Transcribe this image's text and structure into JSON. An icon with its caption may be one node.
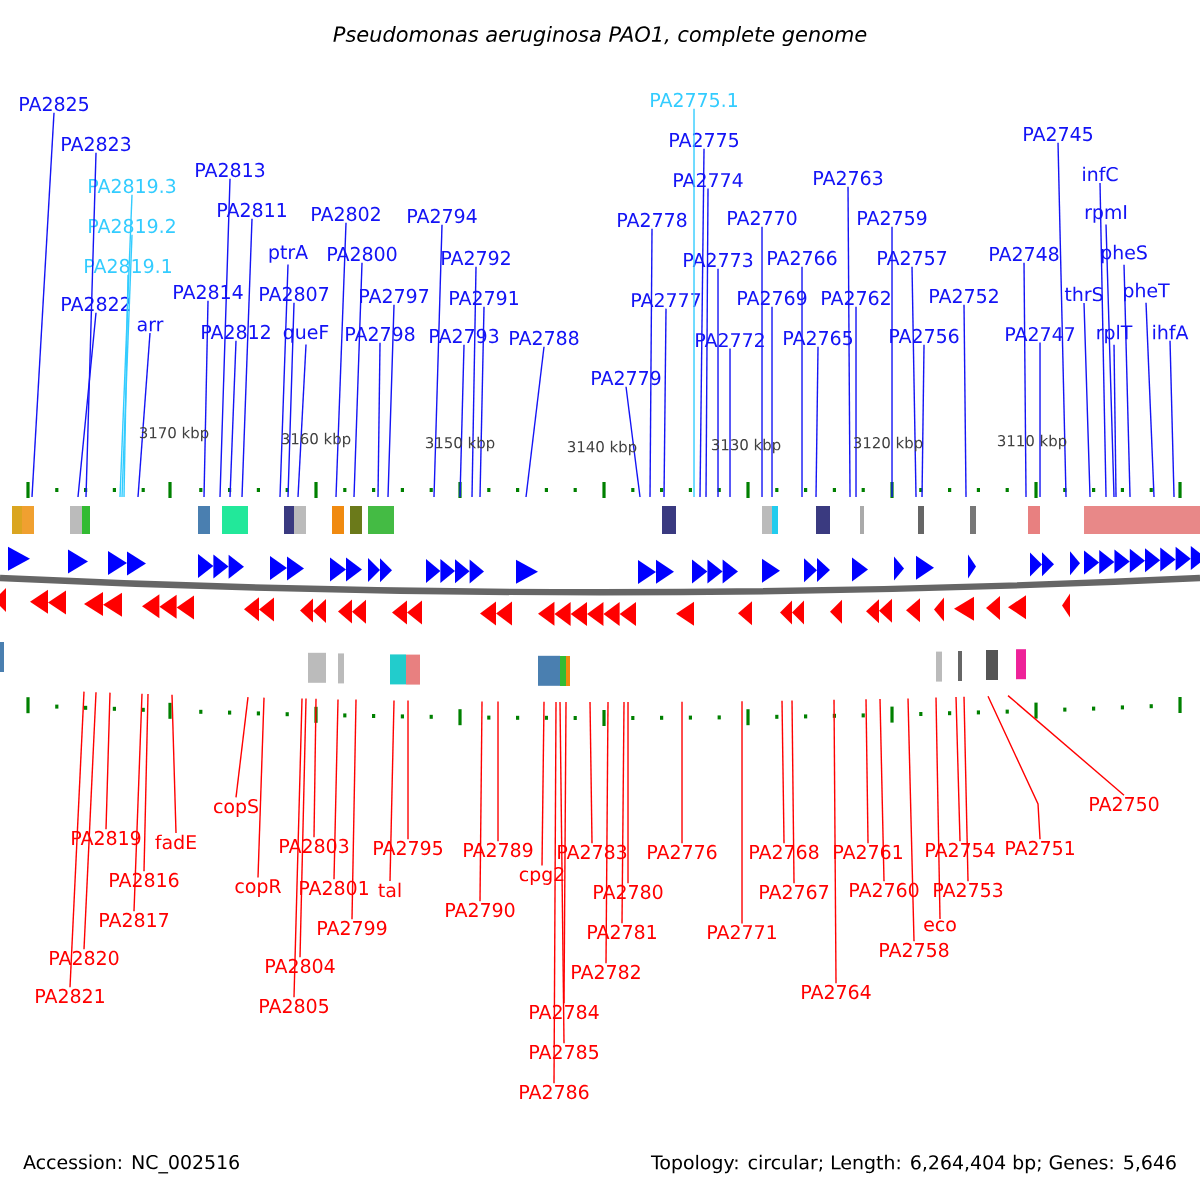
{
  "diagram": {
    "title": "Pseudomonas aeruginosa PAO1, complete genome",
    "nodes": [
      {
        "text": [
          "PA2825"
        ]
      },
      {
        "text": [
          "PA2823"
        ]
      },
      {
        "text": [
          "PA2819.3"
        ]
      },
      {
        "text": [
          "PA2819.2"
        ]
      },
      {
        "text": [
          "PA2819.1"
        ]
      },
      {
        "text": [
          "PA2822"
        ]
      },
      {
        "text": [
          "arr"
        ]
      },
      {
        "text": [
          "PA2813"
        ]
      },
      {
        "text": [
          "PA2811"
        ]
      },
      {
        "text": [
          "PA2814"
        ]
      },
      {
        "text": [
          "PA2812"
        ]
      },
      {
        "text": [
          "ptrA"
        ]
      },
      {
        "text": [
          "PA2807"
        ]
      },
      {
        "text": [
          "queF"
        ]
      },
      {
        "text": [
          "PA2802"
        ]
      },
      {
        "text": [
          "PA2800"
        ]
      },
      {
        "text": [
          "PA2797"
        ]
      },
      {
        "text": [
          "PA2798"
        ]
      },
      {
        "text": [
          "PA2794"
        ]
      },
      {
        "text": [
          "PA2792"
        ]
      },
      {
        "text": [
          "PA2791"
        ]
      },
      {
        "text": [
          "PA2793"
        ]
      },
      {
        "text": [
          "PA2788"
        ]
      },
      {
        "text": [
          "PA2775.1"
        ]
      },
      {
        "text": [
          "PA2775"
        ]
      },
      {
        "text": [
          "PA2774"
        ]
      },
      {
        "text": [
          "PA2778"
        ]
      },
      {
        "text": [
          "PA2773"
        ]
      },
      {
        "text": [
          "PA2777"
        ]
      },
      {
        "text": [
          "PA2772"
        ]
      },
      {
        "text": [
          "PA2779"
        ]
      },
      {
        "text": [
          "PA2770"
        ]
      },
      {
        "text": [
          "PA2769"
        ]
      },
      {
        "text": [
          "PA2766"
        ]
      },
      {
        "text": [
          "PA2765"
        ]
      },
      {
        "text": [
          "PA2763"
        ]
      },
      {
        "text": [
          "PA2762"
        ]
      },
      {
        "text": [
          "PA2759"
        ]
      },
      {
        "text": [
          "PA2757"
        ]
      },
      {
        "text": [
          "PA2756"
        ]
      },
      {
        "text": [
          "PA2752"
        ]
      },
      {
        "text": [
          "PA2745"
        ]
      },
      {
        "text": [
          "PA2748"
        ]
      },
      {
        "text": [
          "PA2747"
        ]
      },
      {
        "text": [
          "infC"
        ]
      },
      {
        "text": [
          "rpmI"
        ]
      },
      {
        "text": [
          "thrS"
        ]
      },
      {
        "text": [
          "pheS"
        ]
      },
      {
        "text": [
          "rplT"
        ]
      },
      {
        "text": [
          "pheT"
        ]
      },
      {
        "text": [
          "ihfA"
        ]
      },
      {
        "text": [
          "PA2819"
        ]
      },
      {
        "text": [
          "fadE"
        ]
      },
      {
        "text": [
          "PA2816"
        ]
      },
      {
        "text": [
          "PA2817"
        ]
      },
      {
        "text": [
          "PA2820"
        ]
      },
      {
        "text": [
          "PA2821"
        ]
      },
      {
        "text": [
          "copS"
        ]
      },
      {
        "text": [
          "copR"
        ]
      },
      {
        "text": [
          "PA2803"
        ]
      },
      {
        "text": [
          "PA2801"
        ]
      },
      {
        "text": [
          "PA2799"
        ]
      },
      {
        "text": [
          "PA2804"
        ]
      },
      {
        "text": [
          "PA2805"
        ]
      },
      {
        "text": [
          "PA2795"
        ]
      },
      {
        "text": [
          "tal"
        ]
      },
      {
        "text": [
          "PA2789"
        ]
      },
      {
        "text": [
          "PA2790"
        ]
      },
      {
        "text": [
          "cpg2"
        ]
      },
      {
        "text": [
          "PA2783"
        ]
      },
      {
        "text": [
          "PA2784"
        ]
      },
      {
        "text": [
          "PA2785"
        ]
      },
      {
        "text": [
          "PA2786"
        ]
      },
      {
        "text": [
          "PA2780"
        ]
      },
      {
        "text": [
          "PA2781"
        ]
      },
      {
        "text": [
          "PA2782"
        ]
      },
      {
        "text": [
          "PA2776"
        ]
      },
      {
        "text": [
          "PA2771"
        ]
      },
      {
        "text": [
          "PA2768"
        ]
      },
      {
        "text": [
          "PA2767"
        ]
      },
      {
        "text": [
          "PA2764"
        ]
      },
      {
        "text": [
          "PA2761"
        ]
      },
      {
        "text": [
          "PA2760"
        ]
      },
      {
        "text": [
          "PA2758"
        ]
      },
      {
        "text": [
          "eco"
        ]
      },
      {
        "text": [
          "PA2754"
        ]
      },
      {
        "text": [
          "PA2753"
        ]
      },
      {
        "text": [
          "PA2751"
        ]
      },
      {
        "text": [
          "PA2750"
        ]
      }
    ],
    "edges": [
      {
        "from": 0,
        "to": null,
        "arrow": "none"
      },
      {
        "from": 1,
        "to": null,
        "arrow": "none"
      },
      {
        "from": 2,
        "to": null,
        "arrow": "none",
        "color": "#33ccff"
      },
      {
        "from": 3,
        "to": null,
        "arrow": "none",
        "color": "#33ccff"
      },
      {
        "from": 4,
        "to": null,
        "arrow": "none",
        "color": "#33ccff"
      },
      {
        "from": 5,
        "to": null,
        "arrow": "none"
      },
      {
        "from": 6,
        "to": null,
        "arrow": "none"
      },
      {
        "from": 7,
        "to": null,
        "arrow": "none"
      },
      {
        "from": 8,
        "to": null,
        "arrow": "none"
      },
      {
        "from": 9,
        "to": null,
        "arrow": "none"
      },
      {
        "from": 10,
        "to": null,
        "arrow": "none"
      },
      {
        "from": 11,
        "to": null,
        "arrow": "none"
      },
      {
        "from": 12,
        "to": null,
        "arrow": "none"
      },
      {
        "from": 13,
        "to": null,
        "arrow": "none"
      },
      {
        "from": 14,
        "to": null,
        "arrow": "none"
      },
      {
        "from": 15,
        "to": null,
        "arrow": "none"
      },
      {
        "from": 16,
        "to": null,
        "arrow": "none"
      },
      {
        "from": 17,
        "to": null,
        "arrow": "none"
      },
      {
        "from": 18,
        "to": null,
        "arrow": "none"
      },
      {
        "from": 19,
        "to": null,
        "arrow": "none"
      },
      {
        "from": 20,
        "to": null,
        "arrow": "none"
      },
      {
        "from": 21,
        "to": null,
        "arrow": "none"
      },
      {
        "from": 22,
        "to": null,
        "arrow": "none"
      },
      {
        "from": 23,
        "to": null,
        "arrow": "none",
        "color": "#33ccff"
      },
      {
        "from": 24,
        "to": null,
        "arrow": "none"
      },
      {
        "from": 25,
        "to": null,
        "arrow": "none"
      },
      {
        "from": 26,
        "to": null,
        "arrow": "none"
      },
      {
        "from": 27,
        "to": null,
        "arrow": "none"
      },
      {
        "from": 28,
        "to": null,
        "arrow": "none"
      },
      {
        "from": 29,
        "to": null,
        "arrow": "none"
      },
      {
        "from": 30,
        "to": null,
        "arrow": "none"
      },
      {
        "from": 31,
        "to": null,
        "arrow": "none"
      },
      {
        "from": 32,
        "to": null,
        "arrow": "none"
      },
      {
        "from": 33,
        "to": null,
        "arrow": "none"
      },
      {
        "from": 34,
        "to": null,
        "arrow": "none"
      },
      {
        "from": 35,
        "to": null,
        "arrow": "none"
      },
      {
        "from": 36,
        "to": null,
        "arrow": "none"
      },
      {
        "from": 37,
        "to": null,
        "arrow": "none"
      },
      {
        "from": 38,
        "to": null,
        "arrow": "none"
      },
      {
        "from": 39,
        "to": null,
        "arrow": "none"
      },
      {
        "from": 40,
        "to": null,
        "arrow": "none"
      },
      {
        "from": 41,
        "to": null,
        "arrow": "none"
      },
      {
        "from": 42,
        "to": null,
        "arrow": "none"
      },
      {
        "from": 43,
        "to": null,
        "arrow": "none"
      },
      {
        "from": 44,
        "to": null,
        "arrow": "none"
      },
      {
        "from": 45,
        "to": null,
        "arrow": "none"
      },
      {
        "from": 46,
        "to": null,
        "arrow": "none"
      },
      {
        "from": 47,
        "to": null,
        "arrow": "none"
      },
      {
        "from": 48,
        "to": null,
        "arrow": "none"
      },
      {
        "from": 49,
        "to": null,
        "arrow": "none"
      },
      {
        "from": 50,
        "to": null,
        "arrow": "none"
      },
      {
        "from": 51,
        "to": null,
        "arrow": "none",
        "color": "#ff0000"
      },
      {
        "from": 52,
        "to": null,
        "arrow": "none",
        "color": "#ff0000"
      },
      {
        "from": 53,
        "to": null,
        "arrow": "none",
        "color": "#ff0000"
      },
      {
        "from": 54,
        "to": null,
        "arrow": "none",
        "color": "#ff0000"
      },
      {
        "from": 55,
        "to": null,
        "arrow": "none",
        "color": "#ff0000"
      },
      {
        "from": 56,
        "to": null,
        "arrow": "none",
        "color": "#ff0000"
      },
      {
        "from": 57,
        "to": null,
        "arrow": "none",
        "color": "#ff0000"
      },
      {
        "from": 58,
        "to": null,
        "arrow": "none",
        "color": "#ff0000"
      },
      {
        "from": 59,
        "to": null,
        "arrow": "none",
        "color": "#ff0000"
      },
      {
        "from": 60,
        "to": null,
        "arrow": "none",
        "color": "#ff0000"
      },
      {
        "from": 61,
        "to": null,
        "arrow": "none",
        "color": "#ff0000"
      },
      {
        "from": 62,
        "to": null,
        "arrow": "none",
        "color": "#ff0000"
      },
      {
        "from": 63,
        "to": null,
        "arrow": "none",
        "color": "#ff0000"
      },
      {
        "from": 64,
        "to": null,
        "arrow": "none",
        "color": "#ff0000"
      },
      {
        "from": 65,
        "to": null,
        "arrow": "none",
        "color": "#ff0000"
      },
      {
        "from": 66,
        "to": null,
        "arrow": "none",
        "color": "#ff0000"
      },
      {
        "from": 67,
        "to": null,
        "arrow": "none",
        "color": "#ff0000"
      },
      {
        "from": 68,
        "to": null,
        "arrow": "none",
        "color": "#ff0000"
      },
      {
        "from": 69,
        "to": null,
        "arrow": "none",
        "color": "#ff0000"
      },
      {
        "from": 70,
        "to": null,
        "arrow": "none",
        "color": "#ff0000"
      },
      {
        "from": 71,
        "to": null,
        "arrow": "none",
        "color": "#ff0000"
      },
      {
        "from": 72,
        "to": null,
        "arrow": "none",
        "color": "#ff0000"
      },
      {
        "from": 73,
        "to": null,
        "arrow": "none",
        "color": "#ff0000"
      },
      {
        "from": 74,
        "to": null,
        "arrow": "none",
        "color": "#ff0000"
      },
      {
        "from": 75,
        "to": null,
        "arrow": "none",
        "color": "#ff0000"
      },
      {
        "from": 76,
        "to": null,
        "arrow": "none",
        "color": "#ff0000"
      },
      {
        "from": 77,
        "to": null,
        "arrow": "none",
        "color": "#ff0000"
      },
      {
        "from": 78,
        "to": null,
        "arrow": "none",
        "color": "#ff0000"
      },
      {
        "from": 79,
        "to": null,
        "arrow": "none",
        "color": "#ff0000"
      },
      {
        "from": 80,
        "to": null,
        "arrow": "none",
        "color": "#ff0000"
      },
      {
        "from": 81,
        "to": null,
        "arrow": "none",
        "color": "#ff0000"
      },
      {
        "from": 82,
        "to": null,
        "arrow": "none",
        "color": "#ff0000"
      },
      {
        "from": 83,
        "to": null,
        "arrow": "none",
        "color": "#ff0000"
      },
      {
        "from": 84,
        "to": null,
        "arrow": "none",
        "color": "#ff0000"
      },
      {
        "from": 85,
        "to": null,
        "arrow": "none",
        "color": "#ff0000"
      },
      {
        "from": 86,
        "to": null,
        "arrow": "none",
        "color": "#ff0000"
      },
      {
        "from": 87,
        "to": null,
        "arrow": "none",
        "color": "#ff0000"
      },
      {
        "from": 88,
        "to": null,
        "arrow": "none",
        "color": "#ff0000"
      }
    ],
    "labels": [
      "3170 kbp",
      "3160 kbp",
      "3150 kbp",
      "3140 kbp",
      "3130 kbp",
      "3120 kbp",
      "3110 kbp",
      "Accession: NC_002516",
      "Topology: circular; Length: 6,264,404 bp; Genes: 5,646"
    ]
  }
}
